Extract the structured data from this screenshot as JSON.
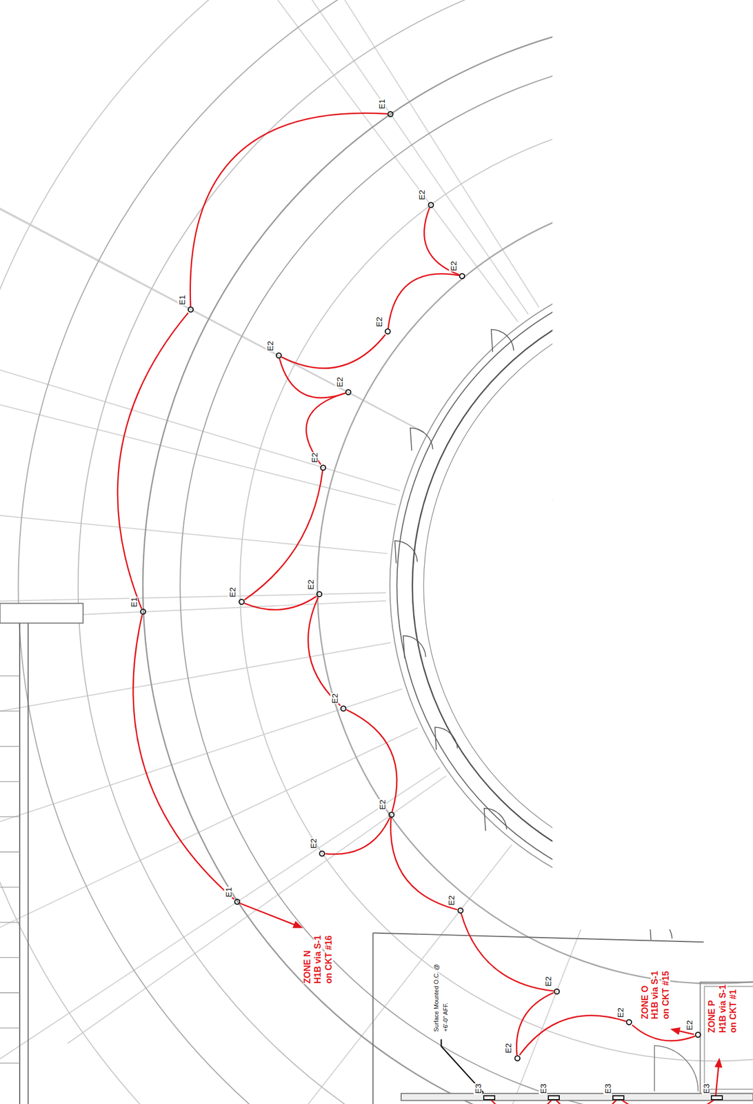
{
  "diagram": {
    "nodes": [
      {
        "text": [
          "E1"
        ]
      },
      {
        "text": [
          "E2"
        ]
      },
      {
        "text": [
          "E2"
        ]
      },
      {
        "text": [
          "E1"
        ]
      },
      {
        "text": [
          "E2"
        ]
      },
      {
        "text": [
          "E2"
        ]
      },
      {
        "text": [
          "E2"
        ]
      },
      {
        "text": [
          "E2"
        ]
      },
      {
        "text": [
          "E2"
        ]
      },
      {
        "text": [
          "E2"
        ]
      },
      {
        "text": [
          "E1"
        ]
      },
      {
        "text": [
          "E2"
        ]
      },
      {
        "text": [
          "E2"
        ]
      },
      {
        "text": [
          "E2"
        ]
      },
      {
        "text": [
          "E1"
        ]
      },
      {
        "text": [
          "E2"
        ]
      },
      {
        "text": [
          "E2"
        ]
      },
      {
        "text": [
          "E2"
        ]
      },
      {
        "text": [
          "E2"
        ]
      },
      {
        "text": [
          "E2"
        ]
      },
      {
        "text": [
          "E3"
        ]
      },
      {
        "text": [
          "E3"
        ]
      },
      {
        "text": [
          "E3"
        ]
      },
      {
        "text": [
          "E3"
        ]
      }
    ],
    "edges": [
      {
        "from": 0,
        "to": 3,
        "arrow": "none"
      },
      {
        "from": 3,
        "to": 10,
        "arrow": "none"
      },
      {
        "from": 10,
        "to": 14,
        "arrow": "none"
      },
      {
        "from": 1,
        "to": 2,
        "arrow": "none"
      },
      {
        "from": 2,
        "to": 4,
        "arrow": "none"
      },
      {
        "from": 4,
        "to": 5,
        "arrow": "none"
      },
      {
        "from": 5,
        "to": 6,
        "arrow": "none"
      },
      {
        "from": 6,
        "to": 7,
        "arrow": "none"
      },
      {
        "from": 7,
        "to": 9,
        "arrow": "none"
      },
      {
        "from": 9,
        "to": 8,
        "arrow": "none"
      },
      {
        "from": 8,
        "to": 11,
        "arrow": "none"
      },
      {
        "from": 11,
        "to": 12,
        "arrow": "none"
      },
      {
        "from": 12,
        "to": 13,
        "arrow": "none"
      },
      {
        "from": 12,
        "to": 15,
        "arrow": "none"
      },
      {
        "from": 15,
        "to": 16,
        "arrow": "none"
      },
      {
        "from": 16,
        "to": 19,
        "arrow": "none"
      },
      {
        "from": 19,
        "to": 17,
        "arrow": "none"
      },
      {
        "from": 17,
        "to": 18,
        "arrow": "none"
      },
      {
        "from": 20,
        "to": 21,
        "arrow": "none"
      },
      {
        "from": 21,
        "to": 22,
        "arrow": "none"
      },
      {
        "from": 22,
        "to": 23,
        "arrow": "none"
      }
    ],
    "labels": [
      "ZONE N",
      "H1B via S-1",
      "on CKT #16",
      "Surface Mounted O.C. @",
      "+6'-0\" AFF.",
      "ZONE O",
      "H1B via S-1",
      "on CKT #15",
      "ZONE P",
      "H1B via S-1",
      "on CKT #1"
    ]
  }
}
